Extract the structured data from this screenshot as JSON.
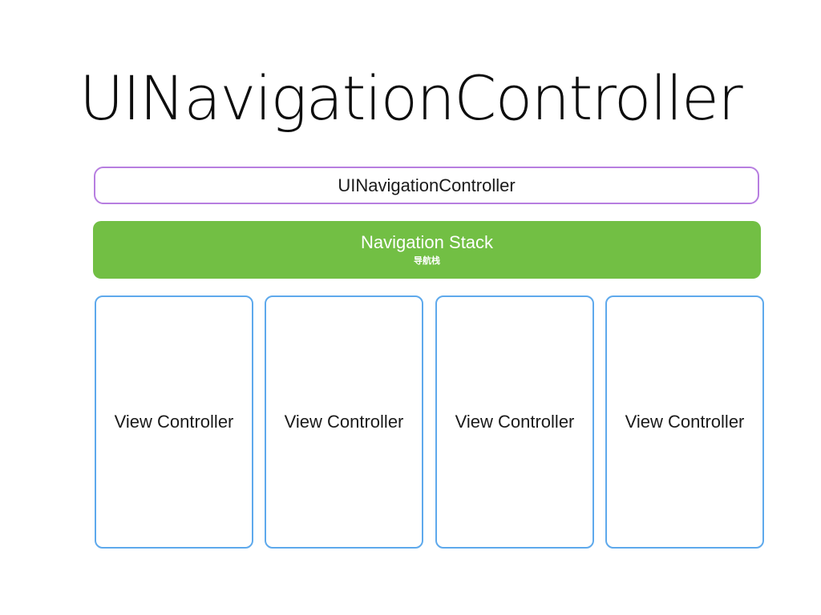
{
  "title": "UINavigationController",
  "navigation_controller": {
    "label": "UINavigationController",
    "border_color": "#b77ee0"
  },
  "navigation_stack": {
    "label": "Navigation Stack",
    "sublabel": "导航栈",
    "fill_color": "#72bf44"
  },
  "view_controllers": {
    "border_color": "#5ea9ec",
    "items": [
      {
        "label": "View Controller"
      },
      {
        "label": "View Controller"
      },
      {
        "label": "View Controller"
      },
      {
        "label": "View Controller"
      }
    ]
  }
}
